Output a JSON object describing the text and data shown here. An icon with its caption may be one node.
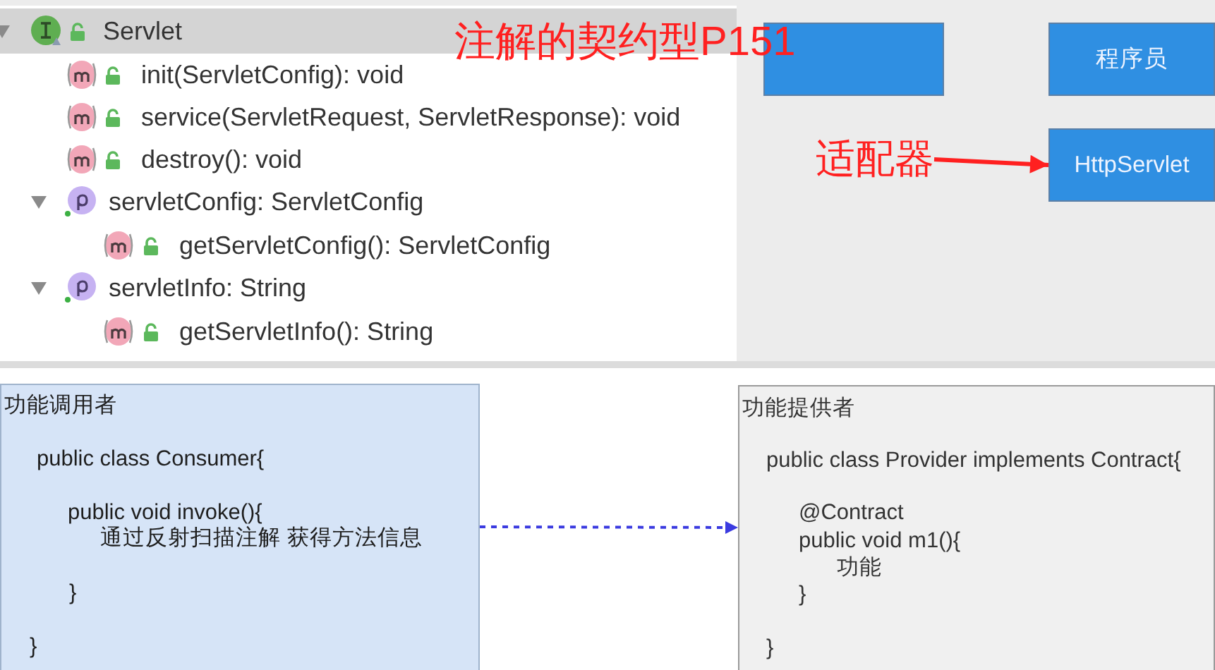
{
  "diagram": {
    "nodes": [
      {
        "text": [],
        "shape": "box"
      },
      {
        "text": [
          "程序员"
        ]
      },
      {
        "text": [
          "适配器"
        ]
      },
      {
        "text": [
          "HttpServlet"
        ]
      },
      {
        "text": [
          "功能调用者",
          "public class Consumer{",
          "public void invoke(){",
          "通过反射扫描注解 获得方法信息",
          "}",
          "}"
        ]
      },
      {
        "text": [
          "功能提供者",
          "public class Provider implements Contract{",
          "@Contract",
          "public void m1(){",
          "功能",
          "}",
          "}"
        ]
      }
    ],
    "edges": [
      {
        "from": 2,
        "to": 3,
        "arrow": "to",
        "color": "#ff2020"
      },
      {
        "from": 4,
        "to": 5,
        "arrow": "to",
        "style": "dashed",
        "color": "#3b3be0"
      }
    ],
    "labels": [
      "Servlet",
      "注解的契约型P151",
      "init(ServletConfig): void",
      "service(ServletRequest, ServletResponse): void",
      "destroy(): void",
      "servletConfig: ServletConfig",
      "getServletConfig(): ServletConfig",
      "servletInfo: String",
      "getServletInfo(): String"
    ]
  }
}
